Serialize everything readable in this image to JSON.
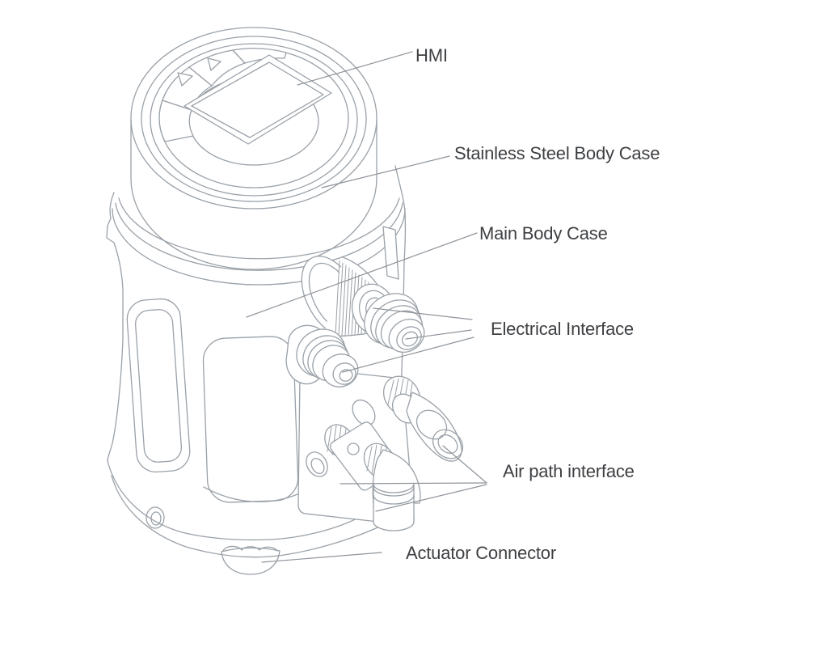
{
  "figure": {
    "background_color": "#ffffff",
    "line_color": "#9aa1a8",
    "callout_line_color": "#8f959b",
    "text_color": "#3e4043"
  },
  "labels": [
    {
      "id": "hmi",
      "text": "HMI"
    },
    {
      "id": "stainless-steel-body-case",
      "text": "Stainless Steel Body Case"
    },
    {
      "id": "main-body-case",
      "text": "Main Body Case"
    },
    {
      "id": "electrical-interface",
      "text": "Electrical Interface"
    },
    {
      "id": "air-path-interface",
      "text": "Air path interface"
    },
    {
      "id": "actuator-connector",
      "text": "Actuator Connector"
    }
  ]
}
